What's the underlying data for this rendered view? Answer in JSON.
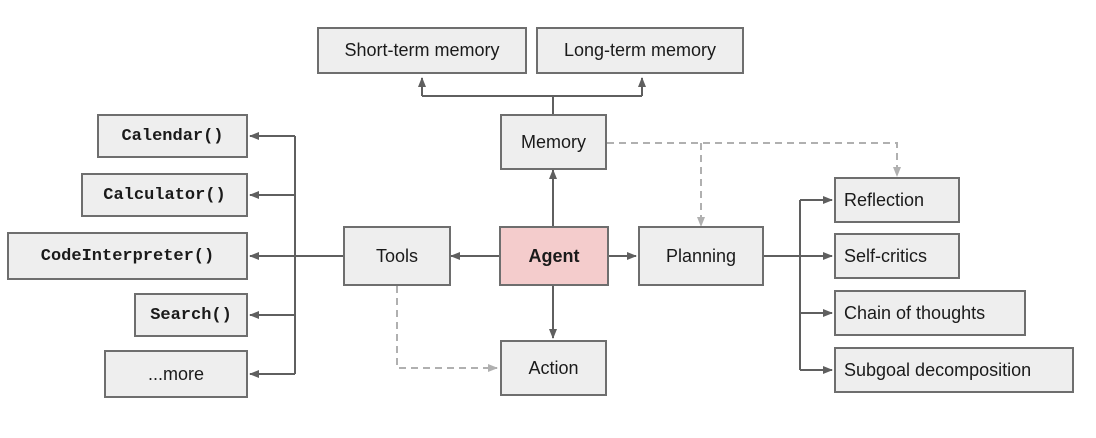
{
  "colors": {
    "box_fill": "#eeeeee",
    "box_border": "#6e6e6e",
    "agent_fill": "#f4cccc",
    "solid_arrow": "#5f5f5f",
    "dashed_arrow": "#b0b0b0"
  },
  "nodes": {
    "agent": "Agent",
    "memory": "Memory",
    "short_term_memory": "Short-term memory",
    "long_term_memory": "Long-term memory",
    "tools": "Tools",
    "planning": "Planning",
    "action": "Action",
    "calendar": "Calendar()",
    "calculator": "Calculator()",
    "code_interpreter": "CodeInterpreter()",
    "search": "Search()",
    "more": "...more",
    "reflection": "Reflection",
    "self_critics": "Self-critics",
    "chain_of_thoughts": "Chain of thoughts",
    "subgoal_decomposition": "Subgoal decomposition"
  }
}
